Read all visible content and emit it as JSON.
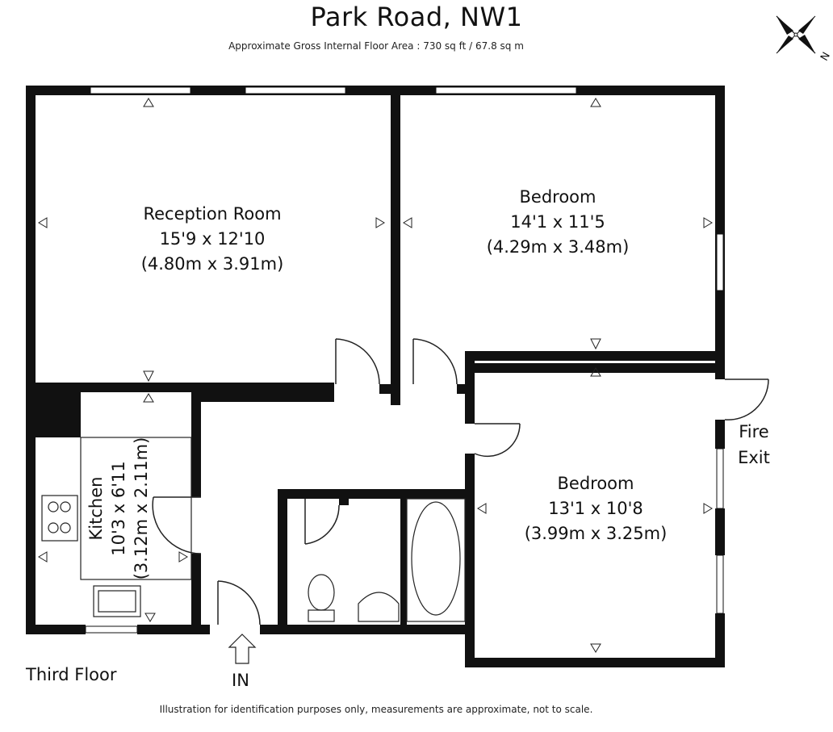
{
  "header": {
    "title": "Park Road, NW1",
    "subtitle": "Approximate Gross Internal Floor Area : 730 sq ft / 67.8 sq m"
  },
  "footer": {
    "disclaimer": "Illustration for identification purposes only, measurements are approximate, not to scale."
  },
  "compass": {
    "label": "N"
  },
  "floor_label": "Third Floor",
  "entrance_label": "IN",
  "fire_exit": {
    "line1": "Fire",
    "line2": "Exit"
  },
  "rooms": {
    "reception": {
      "name": "Reception Room",
      "imperial": "15'9 x 12'10",
      "metric": "(4.80m x 3.91m)"
    },
    "bedroom1": {
      "name": "Bedroom",
      "imperial": "14'1 x 11'5",
      "metric": "(4.29m x 3.48m)"
    },
    "bedroom2": {
      "name": "Bedroom",
      "imperial": "13'1 x 10'8",
      "metric": "(3.99m x 3.25m)"
    },
    "kitchen": {
      "name": "Kitchen",
      "imperial": "10'3 x 6'11",
      "metric": "(3.12m x 2.11m)"
    }
  },
  "colors": {
    "wall": "#111111",
    "window": "#ffffff",
    "line": "#222222"
  }
}
